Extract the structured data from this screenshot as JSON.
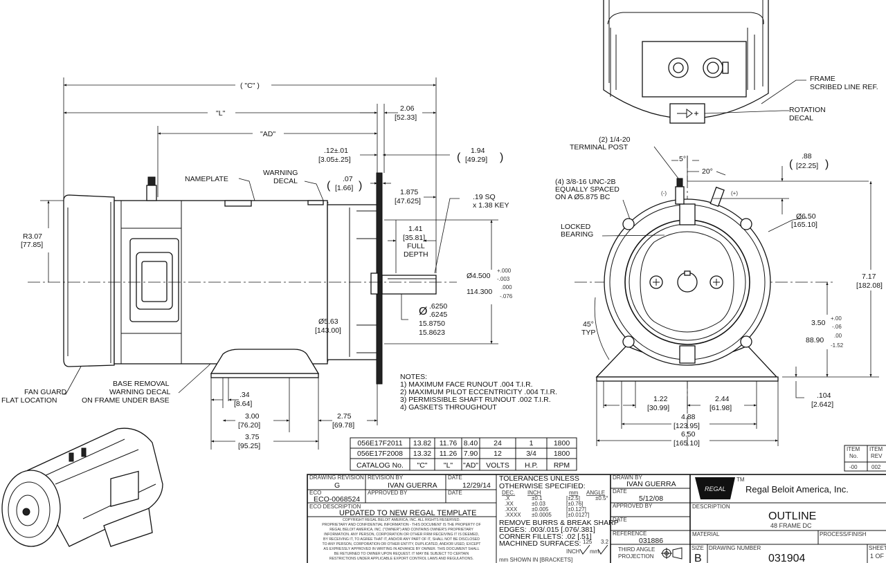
{
  "side_view": {
    "dim_c": "( \"C\" )",
    "dim_l": "\"L\"",
    "dim_ad": "\"AD\"",
    "dim_206": "2.06",
    "dim_206_mm": "[52.33]",
    "dim_012": ".12±.01",
    "dim_012_mm": "[3.05±.25]",
    "dim_194": "1.94",
    "dim_194_mm": "[49.29]",
    "nameplate": "NAMEPLATE",
    "warning_decal": [
      "WARNING",
      "DECAL"
    ],
    "dim_007": ".07",
    "dim_007_mm": "[1.66]",
    "dim_1875": "1.875",
    "dim_1875_mm": "[47.625]",
    "key": [
      ".19 SQ",
      "x 1.38 KEY"
    ],
    "r307": "R3.07",
    "r307_mm": "[77.85]",
    "dim_141": "1.41",
    "dim_141_mm": "[35.81]",
    "full_depth": [
      "FULL",
      "DEPTH"
    ],
    "pilot": "Ø4.500",
    "pilot_tol": [
      "+.000",
      "-.003"
    ],
    "pilot_mm": "114.300",
    "pilot_mm_tol": [
      ".000",
      "-.076"
    ],
    "shaft": "Ø",
    "shaft_tol": [
      ".6250",
      ".6245"
    ],
    "shaft_mm": [
      "15.8750",
      "15.8623"
    ],
    "dia563": "Ø5.63",
    "dia563_mm": "[143.00]",
    "fan_guard": [
      "FAN GUARD",
      "FLAT LOCATION"
    ],
    "base_removal": [
      "BASE REMOVAL",
      "WARNING DECAL",
      "ON FRAME UNDER BASE"
    ],
    "dim_034": ".34",
    "dim_034_mm": "[8.64]",
    "dim_300": "3.00",
    "dim_300_mm": "[76.20]",
    "dim_275": "2.75",
    "dim_275_mm": "[69.78]",
    "dim_375": "3.75",
    "dim_375_mm": "[95.25]"
  },
  "notes": {
    "title": "NOTES:",
    "items": [
      "1) MAXIMUM FACE RUNOUT .004 T.I.R.",
      "2) MAXIMUM PILOT ECCENTRICITY .004 T.I.R.",
      "3) PERMISSIBLE SHAFT RUNOUT .002 T.I.R.",
      "4) GASKETS THROUGHOUT"
    ]
  },
  "top_view": {
    "frame_ref": [
      "FRAME",
      "SCRIBED LINE REF."
    ],
    "rotation": [
      "ROTATION",
      "DECAL"
    ]
  },
  "end_view": {
    "terminal": [
      "(2) 1/4-20",
      "TERMINAL POST"
    ],
    "ang5": "5°",
    "ang20": "20°",
    "dim_088": ".88",
    "dim_088_mm": "[22.25]",
    "holes": [
      "(4) 3/8-16 UNC-2B",
      "EQUALLY SPACED",
      "ON A  Ø5.875 BC"
    ],
    "neg": "(-)",
    "pos": "(+)",
    "dia650": "Ø6.50",
    "dia650_mm": "[165.10]",
    "locked": [
      "LOCKED",
      "BEARING"
    ],
    "dim_717": "7.17",
    "dim_717_mm": "[182.08]",
    "ang45": [
      "45°",
      "TYP"
    ],
    "dim_350": "3.50",
    "dim_350_tol": [
      "+.00",
      "-.06"
    ],
    "dim_350_mm": "88.90",
    "dim_350_mm_tol": [
      ".00",
      "-1.52"
    ],
    "dim_104": ".104",
    "dim_104_mm": "[2.642]",
    "dim_122": "1.22",
    "dim_122_mm": "[30.99]",
    "dim_244": "2.44",
    "dim_244_mm": "[61.98]",
    "dim_488": "4.88",
    "dim_488_mm": "[123.95]",
    "dim_650": "6.50",
    "dim_650_mm": "[165.10]"
  },
  "catalog_table": {
    "rows": [
      [
        "056E17F2011",
        "13.82",
        "11.76",
        "8.40",
        "24",
        "1",
        "1800"
      ],
      [
        "056E17F2008",
        "13.32",
        "11.26",
        "7.90",
        "12",
        "3/4",
        "1800"
      ]
    ],
    "header": [
      "CATALOG No.",
      "\"C\"",
      "\"L\"",
      "\"AD\"",
      "VOLTS",
      "H.P.",
      "RPM"
    ]
  },
  "item_table": {
    "h1": [
      "ITEM",
      "No."
    ],
    "h2": [
      "ITEM",
      "REV"
    ],
    "v1": "-00",
    "v2": "002"
  },
  "title_block": {
    "drawing_revision_label": "DRAWING REVISION",
    "drawing_revision": "G",
    "revision_by_label": "REVISION BY",
    "revision_by": "IVAN GUERRA",
    "date_label": "DATE",
    "date": "12/29/14",
    "eco_label": "ECO",
    "eco": "ECO-0068524",
    "approved_by_label": "APPROVED BY",
    "date2_label": "DATE",
    "eco_desc_label": "ECO DESCRIPTION",
    "eco_desc": "UPDATED TO NEW REGAL TEMPLATE",
    "copyright": [
      "COPYRIGHT REGAL BELOIT AMERICA, INC. ALL RIGHTS RESERVED.",
      "PROPRIETARY AND CONFIDENTIAL INFORMATION - THIS DOCUMENT IS THE PROPERTY OF",
      "REGAL BELOIT AMERICA, INC. (\"OWNER\") AND CONTAINS OWNER'S PROPRIETARY",
      "INFORMATION. ANY PERSON, CORPORATION OR OTHER FIRM RECEIVING IT IS DEEMED,",
      "BY RECEIVING IT, TO AGREE THAT IT, AND/OR ANY PART OF IT, SHALL NOT BE DISCLOSED",
      "TO ANY PERSON, CORPORATION OR OTHER ENTITY, DUPLICATED, AND/OR USED, EXCEPT",
      "AS EXPRESSLY APPROVED IN WRITING IN ADVANCE BY OWNER. THIS DOCUMENT SHALL",
      "BE RETURNED TO OWNER UPON REQUEST. IT MAY BE SUBJECT TO CERTAIN",
      "RESTRICTIONS UNDER APPLICABLE EXPORT CONTROL LAWS AND REGULATIONS."
    ],
    "tolerances": {
      "title": [
        "TOLERANCES UNLESS",
        "OTHERWISE SPECIFIED:"
      ],
      "header": [
        "DEC.",
        "INCH",
        "mm",
        "ANGLE"
      ],
      "rows": [
        [
          ".X",
          "±0.1",
          "[±2.5]"
        ],
        [
          ".XX",
          "±0.03",
          "[±0.76]"
        ],
        [
          ".XXX",
          "±0.005",
          "[±0.127]"
        ],
        [
          ".XXXX",
          "±0.0005",
          "[±0.0127]"
        ]
      ],
      "angle": "±0.5°",
      "notes": [
        "REMOVE BURRS & BREAK SHARP",
        "EDGES:  .003/.015 [.076/.381]",
        "CORNER FILLETS:  .02 [.51]",
        "MACHINED SURFACES:"
      ],
      "finish_inch": "125",
      "finish_mm": "3.2",
      "inch": "INCH",
      "mm": "mm",
      "mm_shown": "mm SHOWN IN  [BRACKETS]"
    },
    "drawn_by_label": "DRAWN BY",
    "drawn_by": "IVAN GUERRA",
    "drawn_date_label": "DATE",
    "drawn_date": "5/12/08",
    "approved_label": "APPROVED BY",
    "approved_date_label": "DATE",
    "reference_label": "REFERENCE",
    "reference": "031886",
    "projection": [
      "THIRD ANGLE",
      "PROJECTION"
    ],
    "company": "Regal Beloit America, Inc.",
    "logo_text": "REGAL",
    "tm": "TM",
    "description_label": "DESCRIPTION",
    "description": "OUTLINE",
    "description_sub": "48 FRAME DC",
    "material_label": "MATERIAL",
    "process_label": "PROCESS/FINISH",
    "size_label": "SIZE",
    "size": "B",
    "drawing_number_label": "DRAWING NUMBER",
    "drawing_number": "031904",
    "sheet_label": "SHEET",
    "sheet": "1 OF"
  }
}
